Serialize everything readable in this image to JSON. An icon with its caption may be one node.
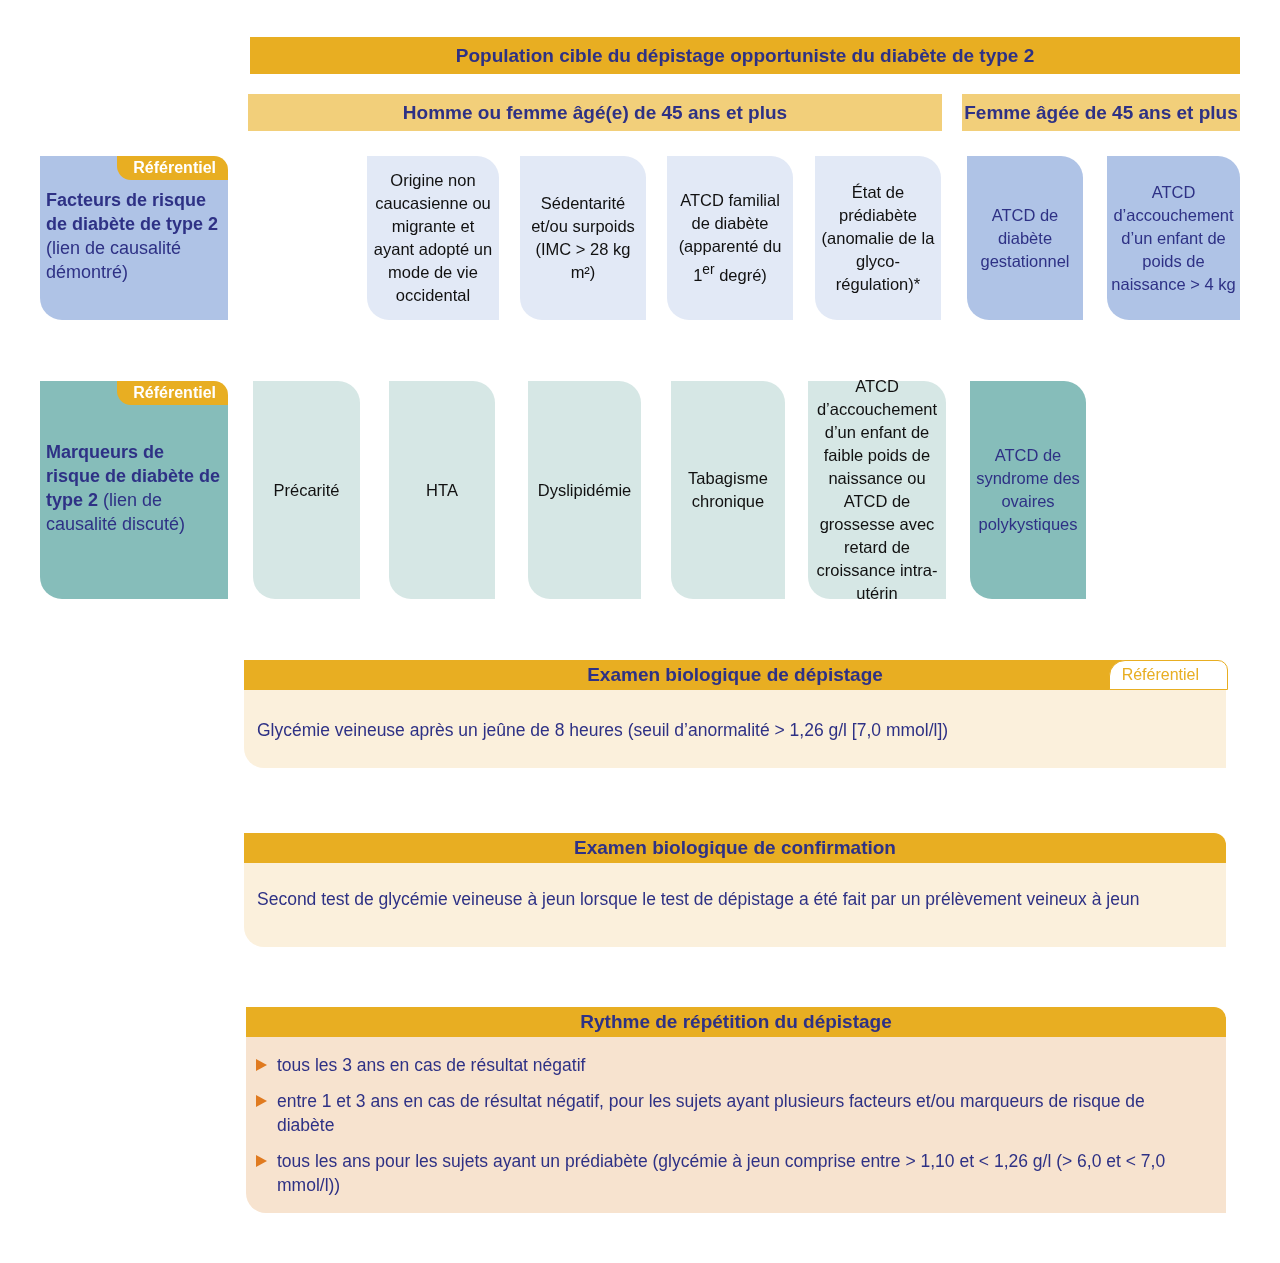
{
  "diagram": {
    "nodes": [
      {
        "text": [
          "Population cible du dépistage opportuniste du diabète de type 2"
        ]
      },
      {
        "text": [
          "Homme ou femme âgé(e) de 45 ans et plus"
        ]
      },
      {
        "text": [
          "Femme âgée de 45 ans et plus"
        ]
      },
      {
        "text": [
          "Référentiel",
          "**Facteurs de risque de diabète de type 2** (lien de causalité démontré)"
        ]
      },
      {
        "text": [
          "Origine non caucasienne ou migrante et ayant adopté un mode de vie occidental"
        ]
      },
      {
        "text": [
          "Sédentarité et/ou surpoids (IMC > 28 kg m²)"
        ]
      },
      {
        "text": [
          "ATCD familial de diabète (apparenté du 1$^{er}$ degré)"
        ]
      },
      {
        "text": [
          "État de prédiabète (anomalie de la glyco-régulation)*"
        ]
      },
      {
        "text": [
          "ATCD de diabète gestationnel"
        ]
      },
      {
        "text": [
          "ATCD d’accouchement d’un enfant de poids de naissance > 4 kg"
        ]
      },
      {
        "text": [
          "Référentiel",
          "**Marqueurs de risque de diabète de type 2** (lien de causalité discuté)"
        ]
      },
      {
        "text": [
          "Précarité"
        ]
      },
      {
        "text": [
          "HTA"
        ]
      },
      {
        "text": [
          "Dyslipidémie"
        ]
      },
      {
        "text": [
          "Tabagisme chronique"
        ]
      },
      {
        "text": [
          "ATCD d’accouchement d’un enfant de faible poids de naissance ou ATCD de grossesse avec retard de croissance intra-utérin"
        ]
      },
      {
        "text": [
          "ATCD de syndrome des ovaires polykystiques"
        ]
      },
      {
        "text": [
          "Examen biologique de dépistage",
          "Référentiel",
          "Glycémie veineuse après un jeûne de 8 heures (seuil d’anormalité > 1,26 g/l [7,0 mmol/l])"
        ]
      },
      {
        "text": [
          "Examen biologique de confirmation",
          "Second test de glycémie veineuse à jeun lorsque le test de dépistage a été fait par un prélèvement veineux à jeun"
        ]
      },
      {
        "text": [
          "Rythme de répétition du dépistage",
          "tous les 3 ans en cas de résultat négatif",
          "entre 1 et 3 ans en cas de résultat négatif, pour les sujets ayant plusieurs facteurs et/ou marqueurs de risque de diabète",
          "tous les ans pour les sujets ayant un prédiabète (glycémie à jeun comprise entre > 1,10 et < 1,26 g/l (> 6,0 et < 7,0 mmol/l))"
        ]
      }
    ]
  }
}
